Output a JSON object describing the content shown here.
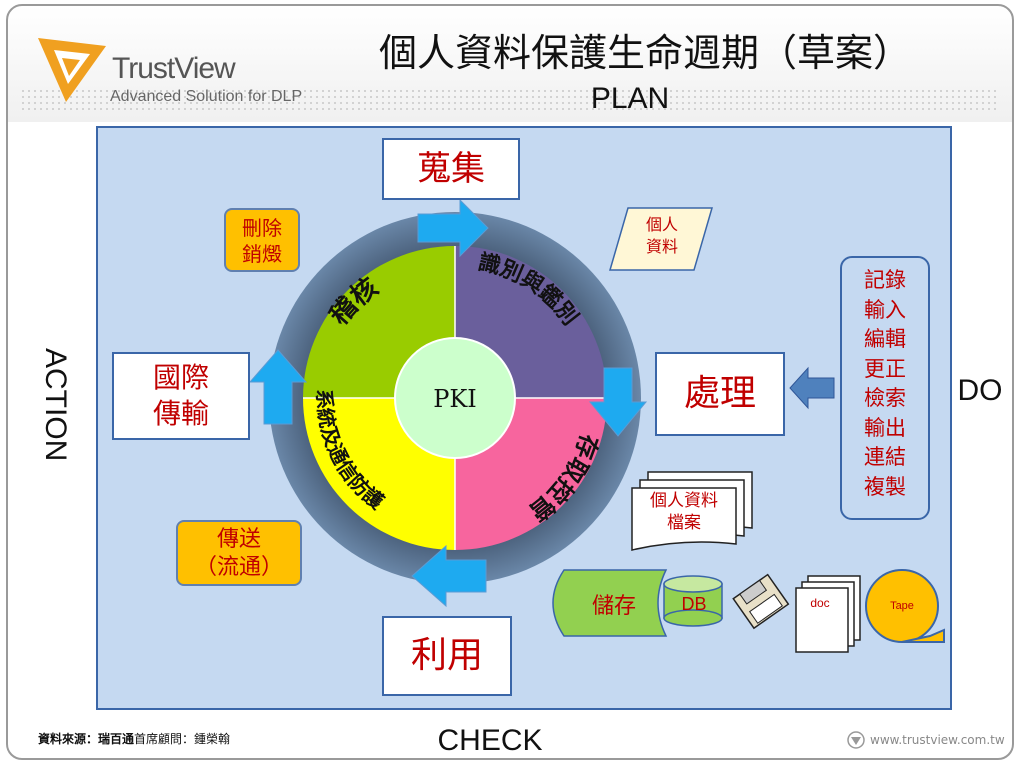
{
  "header": {
    "title": "個人資料保護生命週期（草案）",
    "phase_plan": "PLAN",
    "logo": {
      "name": "TrustView",
      "subtitle": "Advanced Solution for DLP"
    }
  },
  "phases": {
    "action": "ACTION",
    "do": "DO",
    "check": "CHECK"
  },
  "cycle": {
    "center": "PKI",
    "quadrants": [
      {
        "label": "識別與鑑別",
        "color": "#6a5f9c"
      },
      {
        "label": "存取控管",
        "color": "#f7659e"
      },
      {
        "label": "系統及通信防護",
        "color": "#ffff00"
      },
      {
        "label": "稽核",
        "color": "#99cc00"
      }
    ]
  },
  "steps": {
    "collect": "蒐集",
    "process": "處理",
    "use": "利用",
    "intl_transfer": [
      "國際",
      "傳輸"
    ],
    "delete": [
      "刪除",
      "銷燬"
    ],
    "transmit": [
      "傳送",
      "（流通）"
    ]
  },
  "personal_data": [
    "個人",
    "資料"
  ],
  "personal_data_file": [
    "個人資料",
    "檔案"
  ],
  "operations": [
    "記錄",
    "輸入",
    "編輯",
    "更正",
    "檢索",
    "輸出",
    "連結",
    "複製"
  ],
  "storage": {
    "label": "儲存",
    "db": "DB",
    "doc": "doc",
    "tape": "Tape"
  },
  "footer": {
    "source_bold": "資料來源：瑞百通",
    "source_rest": "首席顧問：鍾榮翰",
    "website": "www.trustview.com.tw"
  }
}
